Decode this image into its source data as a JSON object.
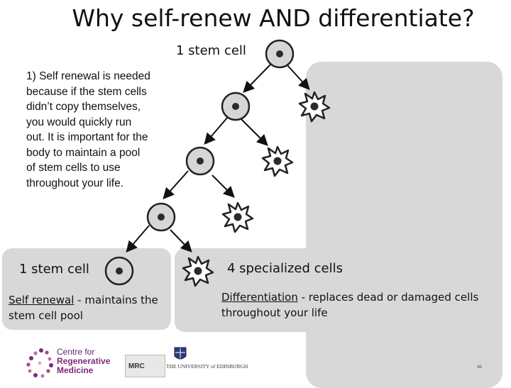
{
  "title": "Why self-renew AND differentiate?",
  "top_label": "1 stem cell",
  "paragraph": "1)  Self renewal is needed because if the stem cells didn’t copy themselves, you would quickly run out. It is important for the body to maintain a pool of stem cells to use throughout your life.",
  "bottom_left": {
    "label": "1 stem cell",
    "caption_term": "Self renewal",
    "caption_rest": " - maintains the stem cell pool"
  },
  "bottom_right": {
    "label": "4 specialized cells",
    "caption_term": "Differentiation",
    "caption_rest": " - replaces dead or damaged cells throughout your life"
  },
  "footer": {
    "logo_line1": "Centre for",
    "logo_line2": "Regenerative",
    "logo_line3": "Medicine",
    "mrc_text": "MRC",
    "edinburgh_text": "THE UNIVERSITY of EDINBURGH",
    "corner_text": "ak"
  },
  "colors": {
    "panel": "#d8d8d8",
    "cell_fill": "#d6d6d6",
    "nucleus": "#2b2b2b",
    "logo_purple": "#7a2a7a"
  }
}
